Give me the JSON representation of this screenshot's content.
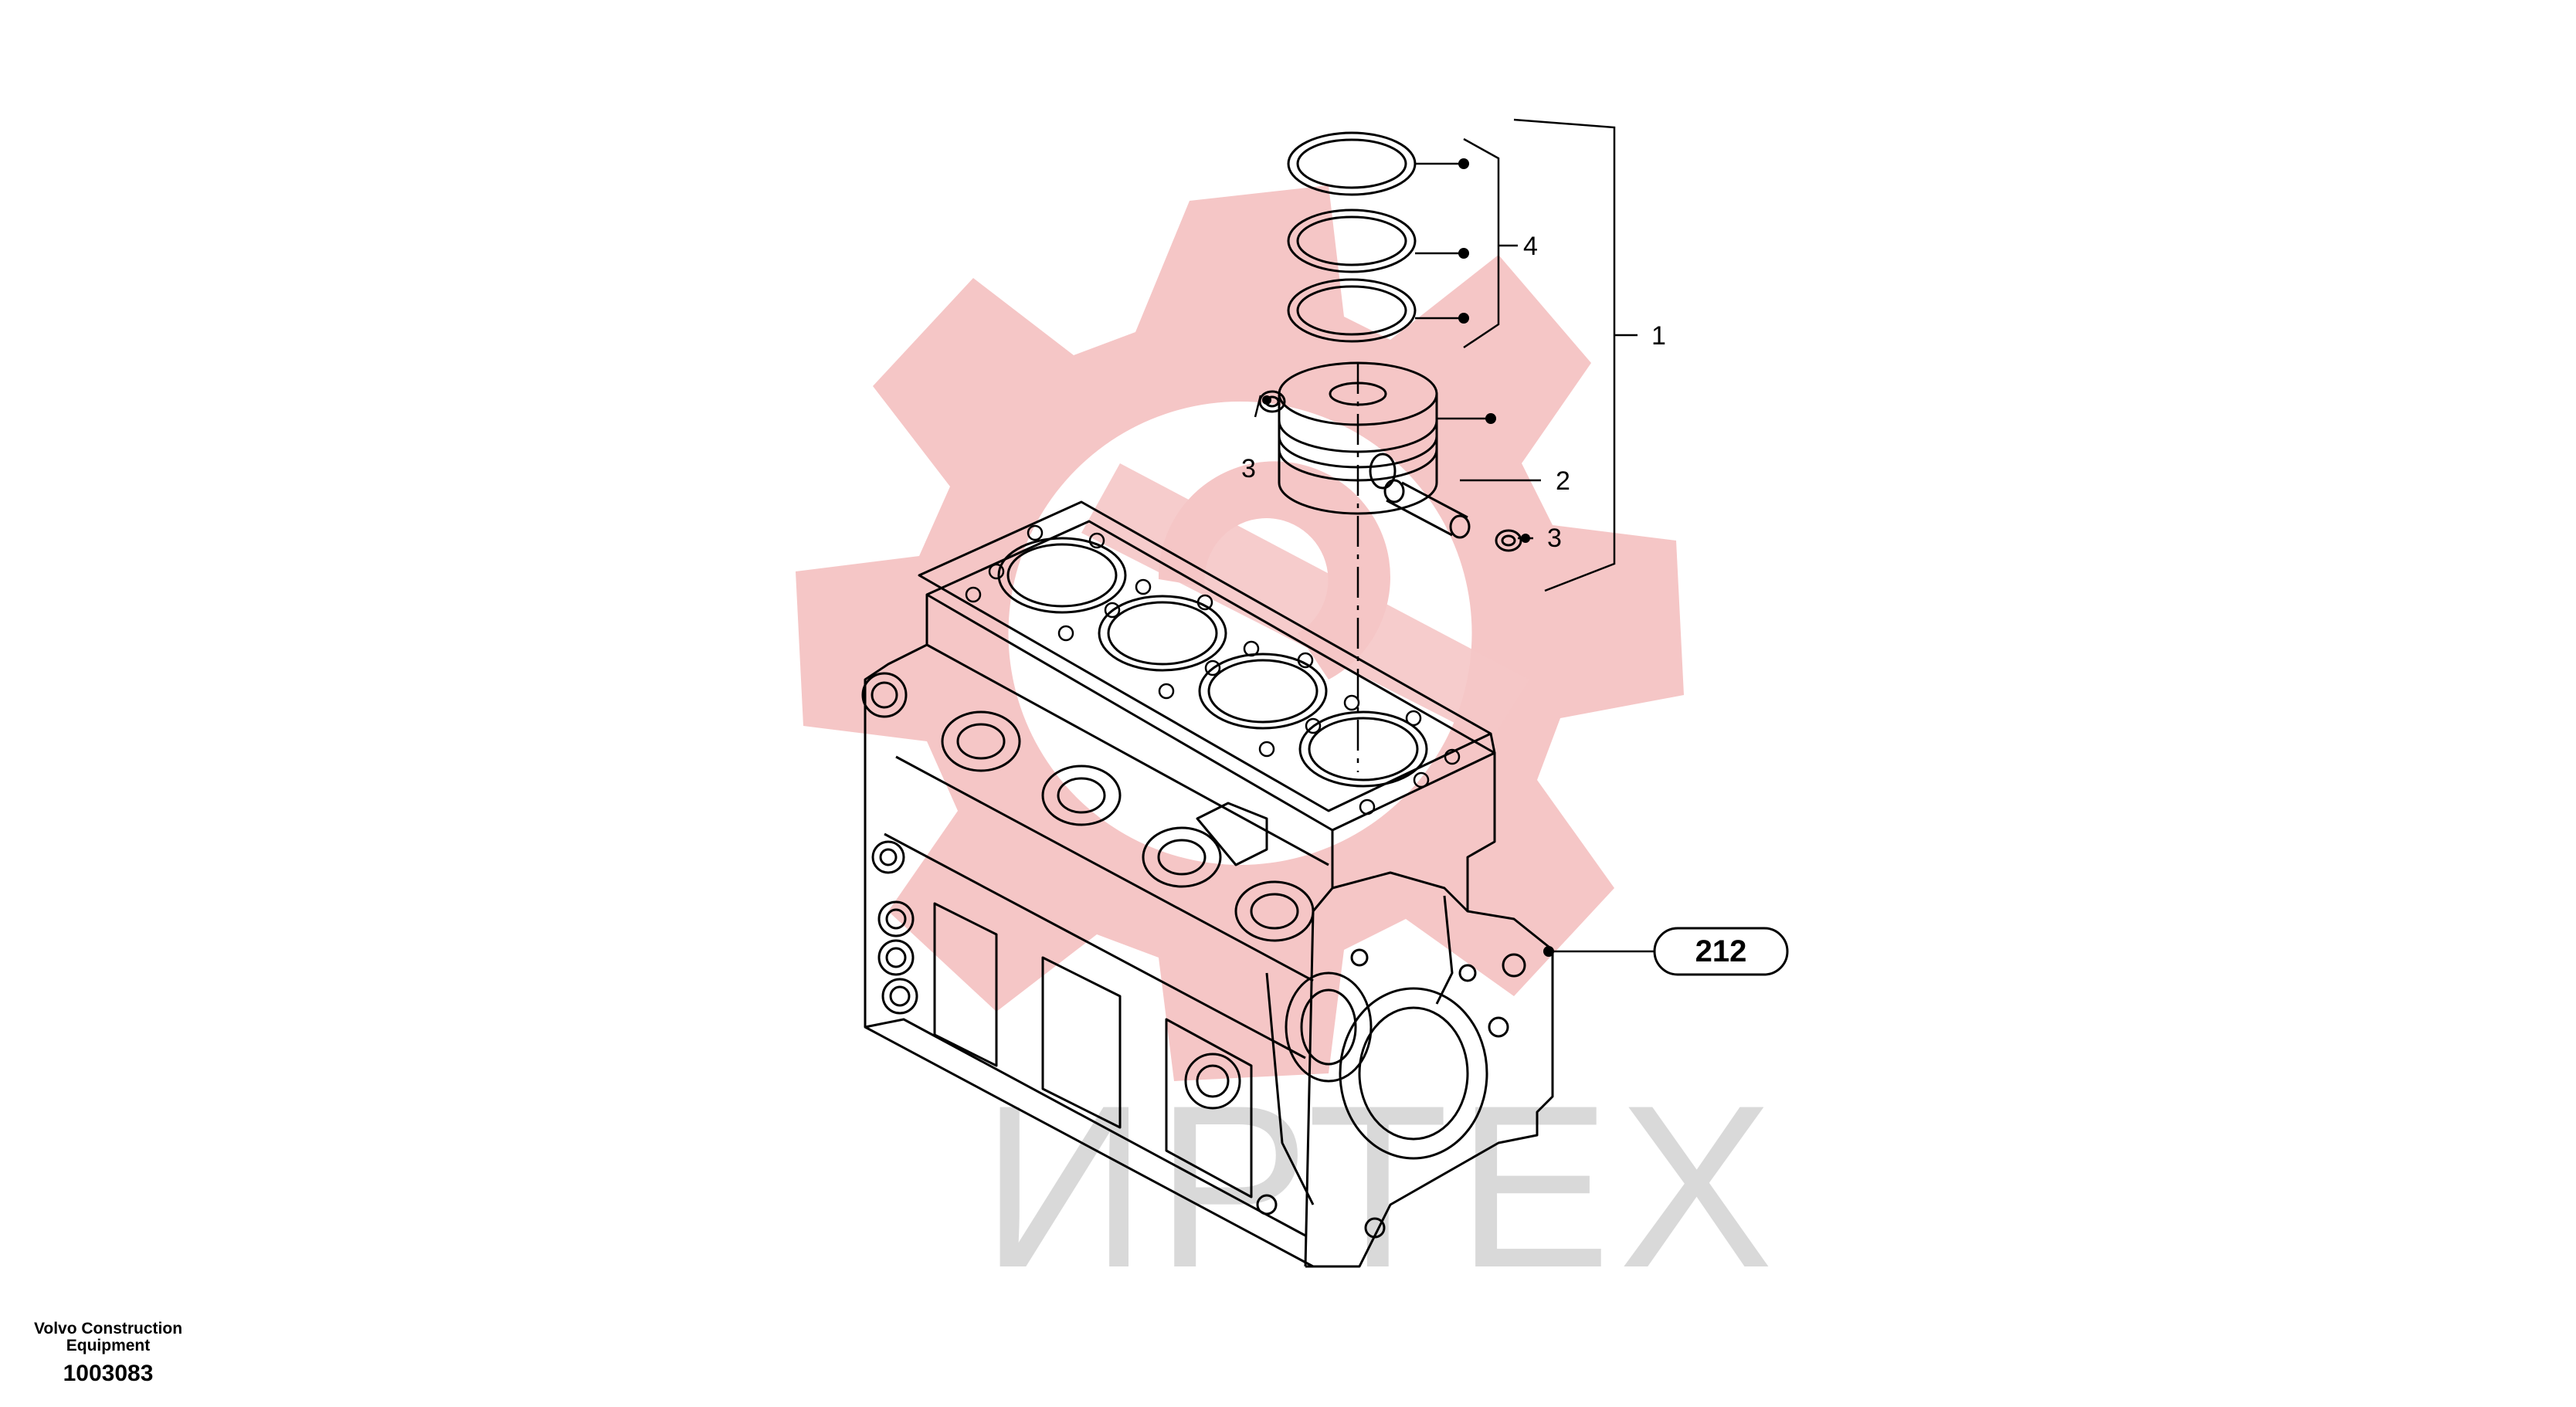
{
  "watermark": {
    "text": "ИРТЕХ",
    "gear_color": "#f5c6c6",
    "text_color": "#d9d9d9"
  },
  "callouts": {
    "item_1": "1",
    "item_2": "2",
    "item_3_left": "3",
    "item_3_right": "3",
    "item_4": "4",
    "ref_212": "212"
  },
  "footer": {
    "company": "Volvo Construction Equipment",
    "document_number": "1003083"
  },
  "colors": {
    "line": "#000000",
    "background": "#ffffff"
  }
}
